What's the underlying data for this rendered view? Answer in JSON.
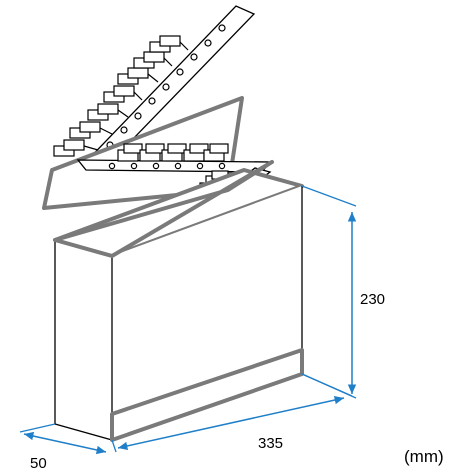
{
  "dimensions": {
    "depth": "50",
    "width": "335",
    "height": "230",
    "unit": "(mm)"
  },
  "colors": {
    "outline": "#000000",
    "box_edge": "#7a7a7a",
    "dimension": "#1f7fc9",
    "background": "#ffffff"
  }
}
